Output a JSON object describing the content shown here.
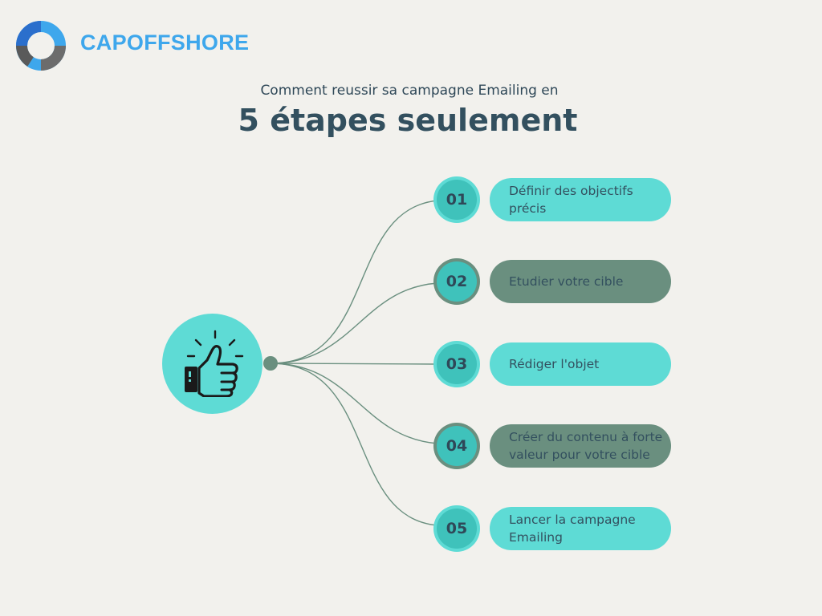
{
  "brand": {
    "name": "CAPOFFSHORE",
    "logo_icon": "ring-logo-icon"
  },
  "header": {
    "subtitle": "Comment reussir sa campagne Emailing en",
    "title": "5 étapes seulement"
  },
  "hub": {
    "icon": "thumbs-up-icon"
  },
  "colors": {
    "teal": "#5edbd5",
    "green": "#6a8f7f",
    "text": "#33505f",
    "brand": "#3ea7ec"
  },
  "steps": [
    {
      "number": "01",
      "label": "Définir des objectifs\nprécis",
      "color": "teal"
    },
    {
      "number": "02",
      "label": "Etudier votre cible",
      "color": "green"
    },
    {
      "number": "03",
      "label": "Rédiger l'objet",
      "color": "teal"
    },
    {
      "number": "04",
      "label": "Créer du contenu à forte\nvaleur pour votre cible",
      "color": "green"
    },
    {
      "number": "05",
      "label": "Lancer la campagne\nEmailing",
      "color": "teal"
    }
  ]
}
